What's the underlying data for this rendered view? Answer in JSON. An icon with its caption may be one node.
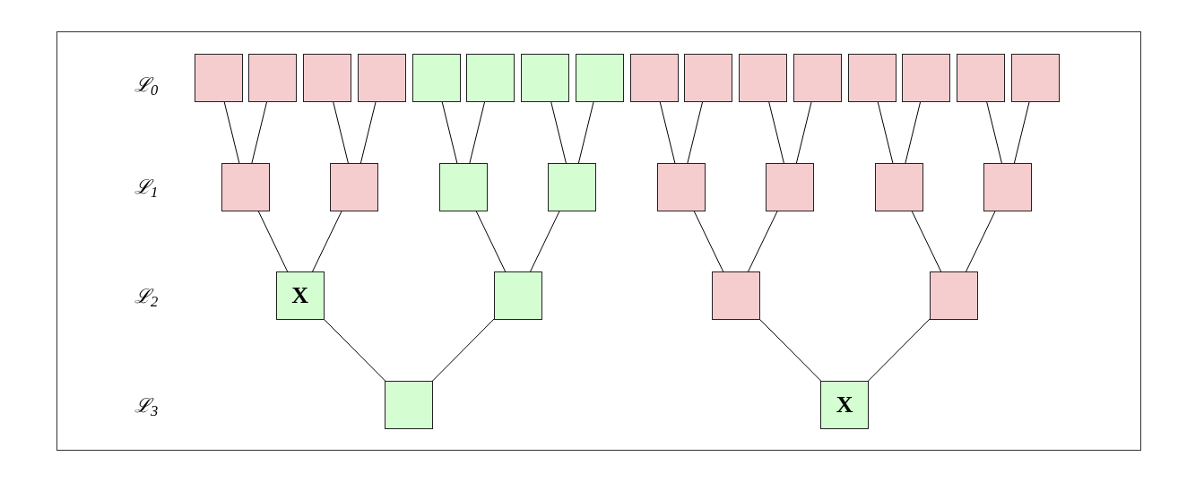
{
  "diagram": {
    "nodes": [
      {
        "text": [],
        "shape": "box"
      },
      {
        "text": [],
        "shape": "box"
      },
      {
        "text": [],
        "shape": "box"
      },
      {
        "text": [],
        "shape": "box"
      },
      {
        "text": [],
        "shape": "box"
      },
      {
        "text": [],
        "shape": "box"
      },
      {
        "text": [],
        "shape": "box"
      },
      {
        "text": [],
        "shape": "box"
      },
      {
        "text": [],
        "shape": "box"
      },
      {
        "text": [],
        "shape": "box"
      },
      {
        "text": [],
        "shape": "box"
      },
      {
        "text": [],
        "shape": "box"
      },
      {
        "text": [],
        "shape": "box"
      },
      {
        "text": [],
        "shape": "box"
      },
      {
        "text": [],
        "shape": "box"
      },
      {
        "text": [],
        "shape": "box"
      },
      {
        "text": [],
        "shape": "box"
      },
      {
        "text": [],
        "shape": "box"
      },
      {
        "text": [],
        "shape": "box"
      },
      {
        "text": [],
        "shape": "box"
      },
      {
        "text": [],
        "shape": "box"
      },
      {
        "text": [],
        "shape": "box"
      },
      {
        "text": [],
        "shape": "box"
      },
      {
        "text": [],
        "shape": "box"
      },
      {
        "text": [
          "X"
        ]
      },
      {
        "text": [],
        "shape": "box"
      },
      {
        "text": [],
        "shape": "box"
      },
      {
        "text": [],
        "shape": "box"
      },
      {
        "text": [],
        "shape": "box"
      },
      {
        "text": [
          "X"
        ]
      }
    ],
    "edges": [
      {
        "from": 0,
        "to": 16,
        "arrow": "none"
      },
      {
        "from": 1,
        "to": 16,
        "arrow": "none"
      },
      {
        "from": 2,
        "to": 17,
        "arrow": "none"
      },
      {
        "from": 3,
        "to": 17,
        "arrow": "none"
      },
      {
        "from": 4,
        "to": 18,
        "arrow": "none"
      },
      {
        "from": 5,
        "to": 18,
        "arrow": "none"
      },
      {
        "from": 6,
        "to": 19,
        "arrow": "none"
      },
      {
        "from": 7,
        "to": 19,
        "arrow": "none"
      },
      {
        "from": 8,
        "to": 20,
        "arrow": "none"
      },
      {
        "from": 9,
        "to": 20,
        "arrow": "none"
      },
      {
        "from": 10,
        "to": 21,
        "arrow": "none"
      },
      {
        "from": 11,
        "to": 21,
        "arrow": "none"
      },
      {
        "from": 12,
        "to": 22,
        "arrow": "none"
      },
      {
        "from": 13,
        "to": 22,
        "arrow": "none"
      },
      {
        "from": 14,
        "to": 23,
        "arrow": "none"
      },
      {
        "from": 15,
        "to": 23,
        "arrow": "none"
      },
      {
        "from": 16,
        "to": 24,
        "arrow": "none"
      },
      {
        "from": 17,
        "to": 24,
        "arrow": "none"
      },
      {
        "from": 18,
        "to": 25,
        "arrow": "none"
      },
      {
        "from": 19,
        "to": 25,
        "arrow": "none"
      },
      {
        "from": 20,
        "to": 26,
        "arrow": "none"
      },
      {
        "from": 21,
        "to": 26,
        "arrow": "none"
      },
      {
        "from": 22,
        "to": 27,
        "arrow": "none"
      },
      {
        "from": 23,
        "to": 27,
        "arrow": "none"
      },
      {
        "from": 24,
        "to": 28,
        "arrow": "none"
      },
      {
        "from": 25,
        "to": 28,
        "arrow": "none"
      },
      {
        "from": 26,
        "to": 29,
        "arrow": "none"
      },
      {
        "from": 27,
        "to": 29,
        "arrow": "none"
      }
    ],
    "labels": [
      "ℒ$_{0}$",
      "ℒ$_{1}$",
      "ℒ$_{2}$",
      "ℒ$_{3}$"
    ]
  }
}
